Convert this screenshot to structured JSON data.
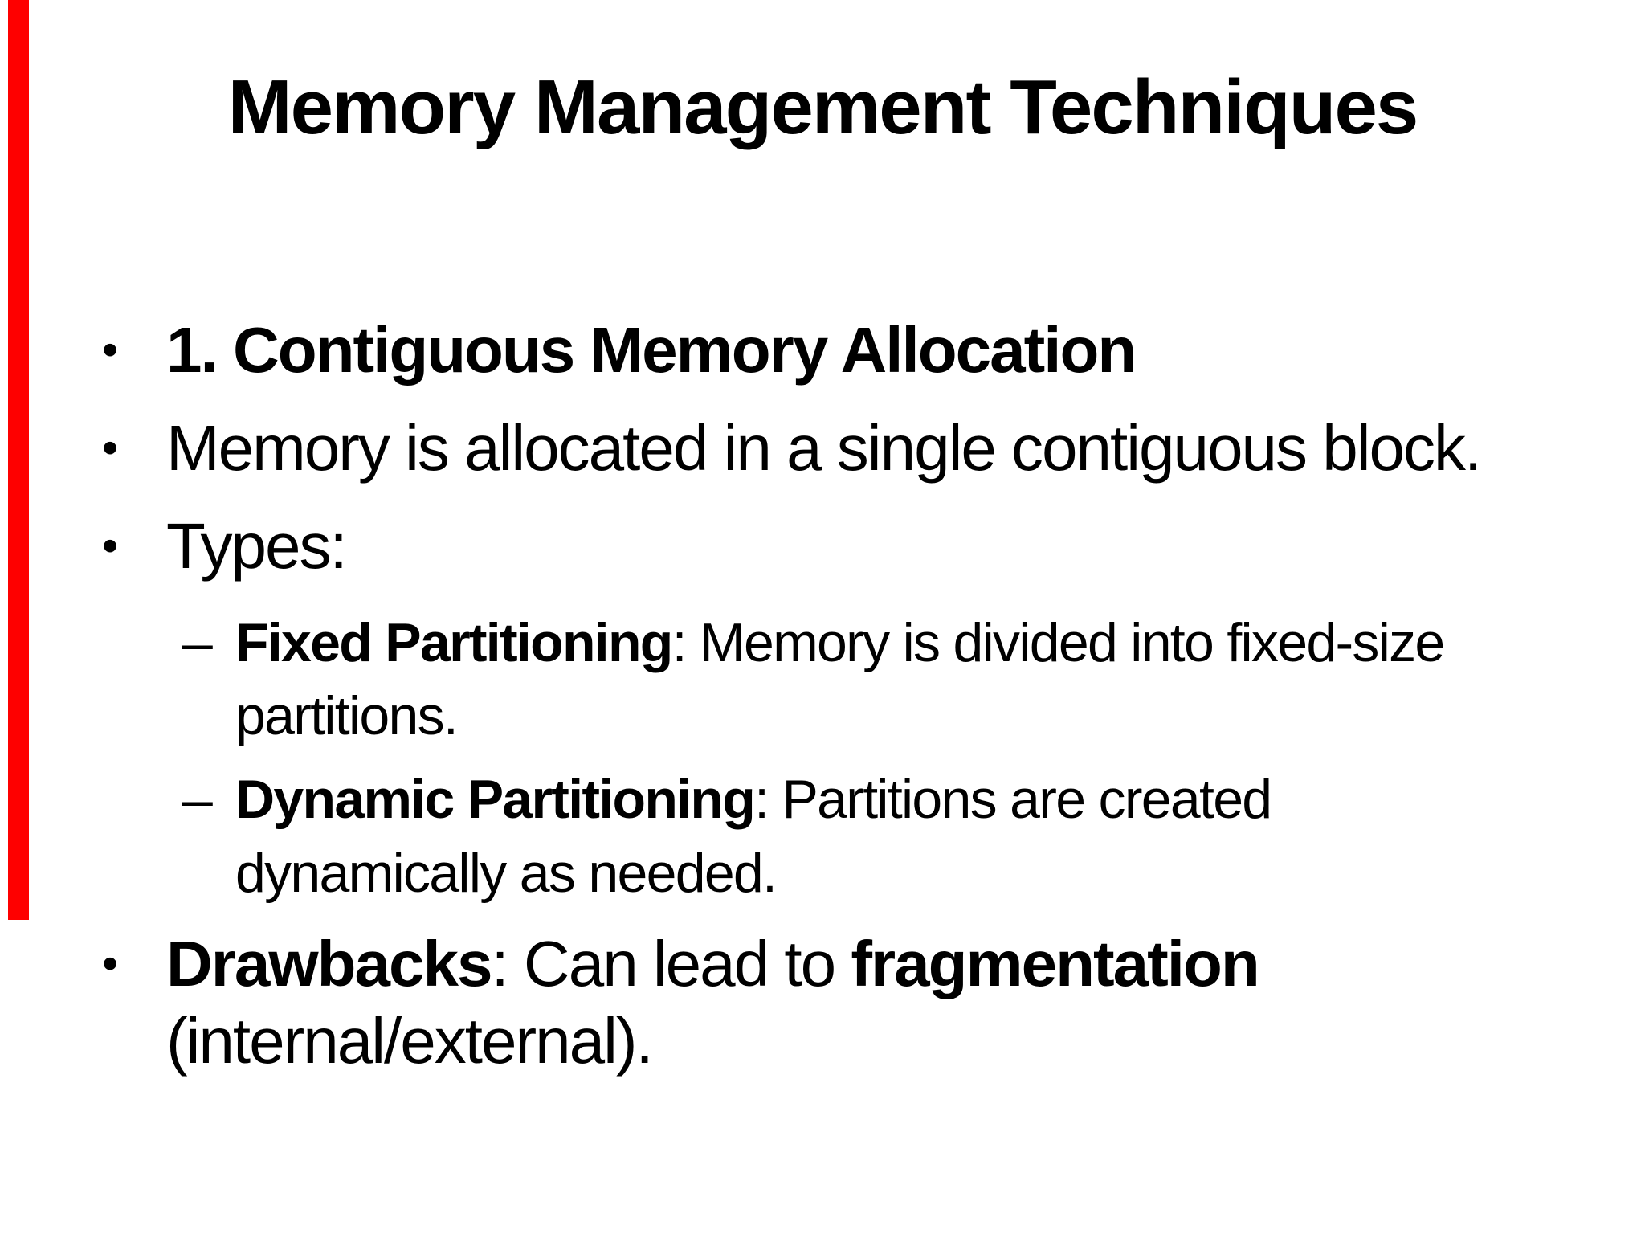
{
  "slide": {
    "title": "Memory Management Techniques",
    "bullet_marker": "•",
    "sub_bullet_marker": "–",
    "text_color": "#000000",
    "background_color": "#ffffff",
    "side_stripe_color": "#fe0000",
    "bullets": [
      {
        "level": 1,
        "lines": [
          [
            {
              "text": "1. Contiguous Memory Allocation",
              "bold": true
            }
          ]
        ]
      },
      {
        "level": 1,
        "lines": [
          [
            {
              "text": "Memory is allocated in a single contiguous block.",
              "bold": false
            }
          ]
        ]
      },
      {
        "level": 1,
        "lines": [
          [
            {
              "text": "Types:",
              "bold": false
            }
          ]
        ]
      },
      {
        "level": 2,
        "lines": [
          [
            {
              "text": "Fixed Partitioning",
              "bold": true
            },
            {
              "text": ": Memory is divided into fixed-size",
              "bold": false
            }
          ],
          [
            {
              "text": "partitions.",
              "bold": false
            }
          ]
        ]
      },
      {
        "level": 2,
        "lines": [
          [
            {
              "text": "Dynamic Partitioning",
              "bold": true
            },
            {
              "text": ": Partitions are created",
              "bold": false
            }
          ],
          [
            {
              "text": "dynamically as needed.",
              "bold": false
            }
          ]
        ]
      },
      {
        "level": 1,
        "lines": [
          [
            {
              "text": "Drawbacks",
              "bold": true
            },
            {
              "text": ": Can lead to ",
              "bold": false
            },
            {
              "text": "fragmentation",
              "bold": true
            }
          ],
          [
            {
              "text": "(internal/external).",
              "bold": false
            }
          ]
        ]
      }
    ]
  }
}
